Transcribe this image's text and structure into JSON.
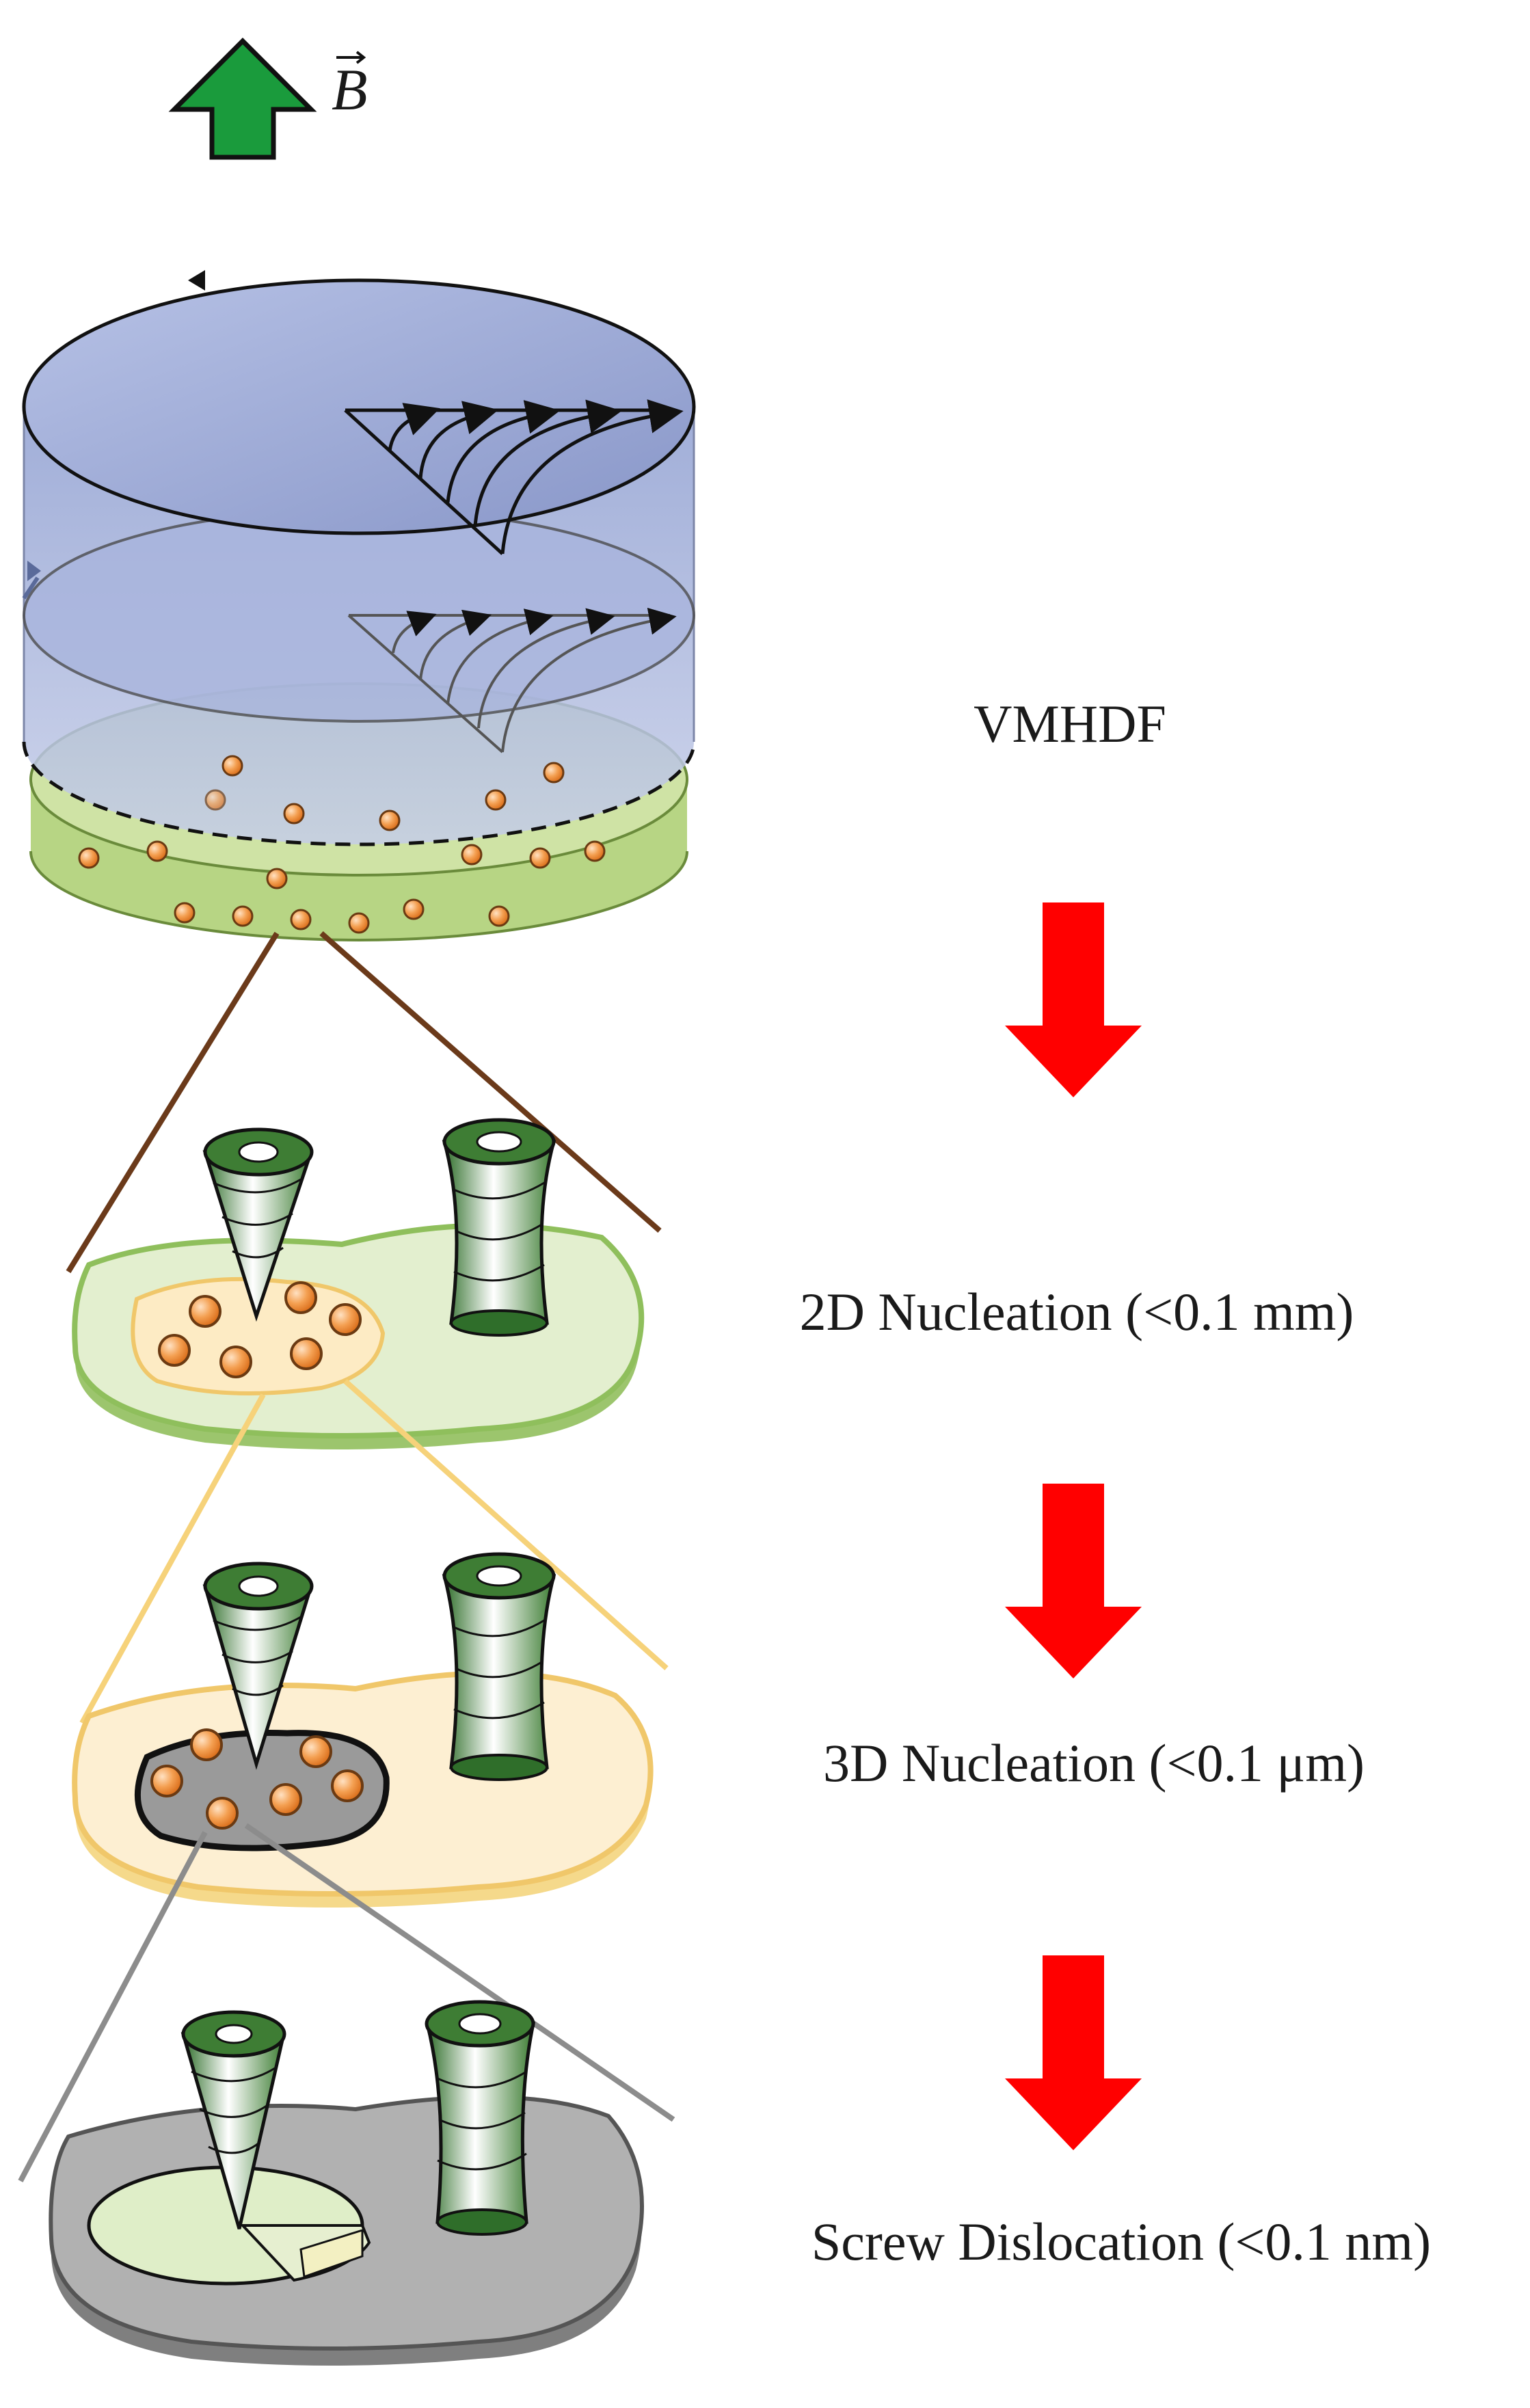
{
  "field": {
    "symbol": "B"
  },
  "stages": [
    {
      "label": "VMHDF"
    },
    {
      "label": "2D Nucleation (<0.1 mm)"
    },
    {
      "label": "3D Nucleation (<0.1 μm)"
    },
    {
      "label": "Screw Dislocation (<0.1 nm)"
    }
  ],
  "colors": {
    "field_arrow": "#1a9b3c",
    "process_arrow": "#ff0000",
    "fluid": "#a9b6dd",
    "substrate": "#bcd98a",
    "particle": "#f08a2c",
    "zoom_brown": "#6b3a1a",
    "zoom_yellow": "#f6d27a",
    "zoom_gray": "#8c8c8c"
  },
  "icons": [
    "magnetic-field-arrow-icon",
    "process-arrow-down-icon",
    "cone-dislocation-icon",
    "cylinder-dislocation-icon"
  ]
}
